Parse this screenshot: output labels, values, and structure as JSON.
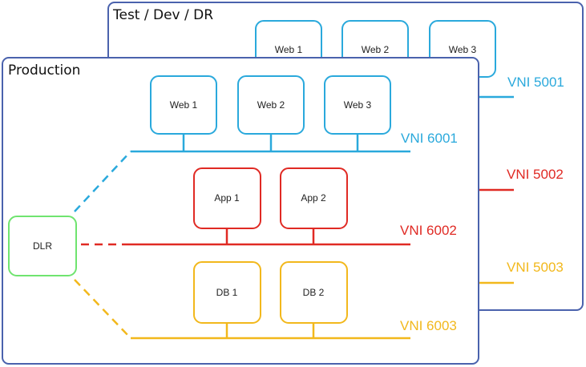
{
  "colors": {
    "panel_border": "#4a62ad",
    "web": "#2aa9dc",
    "app": "#e02a24",
    "db": "#f2b81c",
    "dlr": "#6fe46f"
  },
  "back_panel": {
    "title": "Test / Dev / DR",
    "web_nodes": [
      "Web 1",
      "Web 2",
      "Web 3"
    ],
    "vni_web": "VNI 5001",
    "vni_app": "VNI 5002",
    "vni_db": "VNI 5003"
  },
  "front_panel": {
    "title": "Production",
    "web_nodes": [
      "Web 1",
      "Web 2",
      "Web 3"
    ],
    "app_nodes": [
      "App 1",
      "App 2"
    ],
    "db_nodes": [
      "DB 1",
      "DB 2"
    ],
    "router": "DLR",
    "vni_web": "VNI 6001",
    "vni_app": "VNI 6002",
    "vni_db": "VNI 6003"
  }
}
